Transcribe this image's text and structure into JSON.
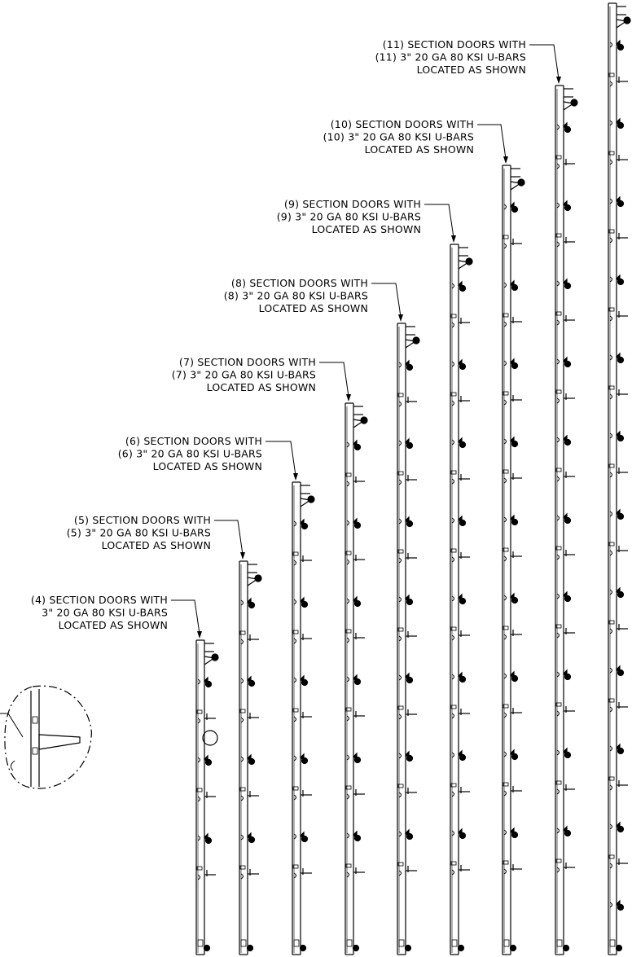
{
  "sheet": {
    "ink_color": "#000000",
    "background_color": "#ffffff"
  },
  "columns": [
    {
      "doors": 4,
      "label_lines": [
        "(4) SECTION DOORS WITH",
        "3\" 20 GA 80 KSI U-BARS",
        "LOCATED AS SHOWN"
      ]
    },
    {
      "doors": 5,
      "label_lines": [
        "(5) SECTION DOORS WITH",
        "(5) 3\" 20 GA 80 KSI U-BARS",
        "LOCATED AS SHOWN"
      ]
    },
    {
      "doors": 6,
      "label_lines": [
        "(6) SECTION DOORS WITH",
        "(6) 3\" 20 GA 80 KSI U-BARS",
        "LOCATED AS SHOWN"
      ]
    },
    {
      "doors": 7,
      "label_lines": [
        "(7) SECTION DOORS WITH",
        "(7) 3\" 20 GA 80 KSI U-BARS",
        "LOCATED AS SHOWN"
      ]
    },
    {
      "doors": 8,
      "label_lines": [
        "(8) SECTION DOORS WITH",
        "(8) 3\" 20 GA 80 KSI U-BARS",
        "LOCATED AS SHOWN"
      ]
    },
    {
      "doors": 9,
      "label_lines": [
        "(9) SECTION DOORS WITH",
        "(9) 3\" 20 GA 80 KSI U-BARS",
        "LOCATED AS SHOWN"
      ]
    },
    {
      "doors": 10,
      "label_lines": [
        "(10) SECTION DOORS WITH",
        "(10) 3\" 20 GA 80 KSI U-BARS",
        "LOCATED AS SHOWN"
      ]
    },
    {
      "doors": 11,
      "label_lines": [
        "(11) SECTION DOORS WITH",
        "(11) 3\" 20 GA 80 KSI U-BARS",
        "LOCATED AS SHOWN"
      ]
    },
    {
      "doors": 12,
      "label_lines": []
    }
  ],
  "detail_callout": {
    "shape": "circle",
    "line_style": "dash-dot"
  }
}
